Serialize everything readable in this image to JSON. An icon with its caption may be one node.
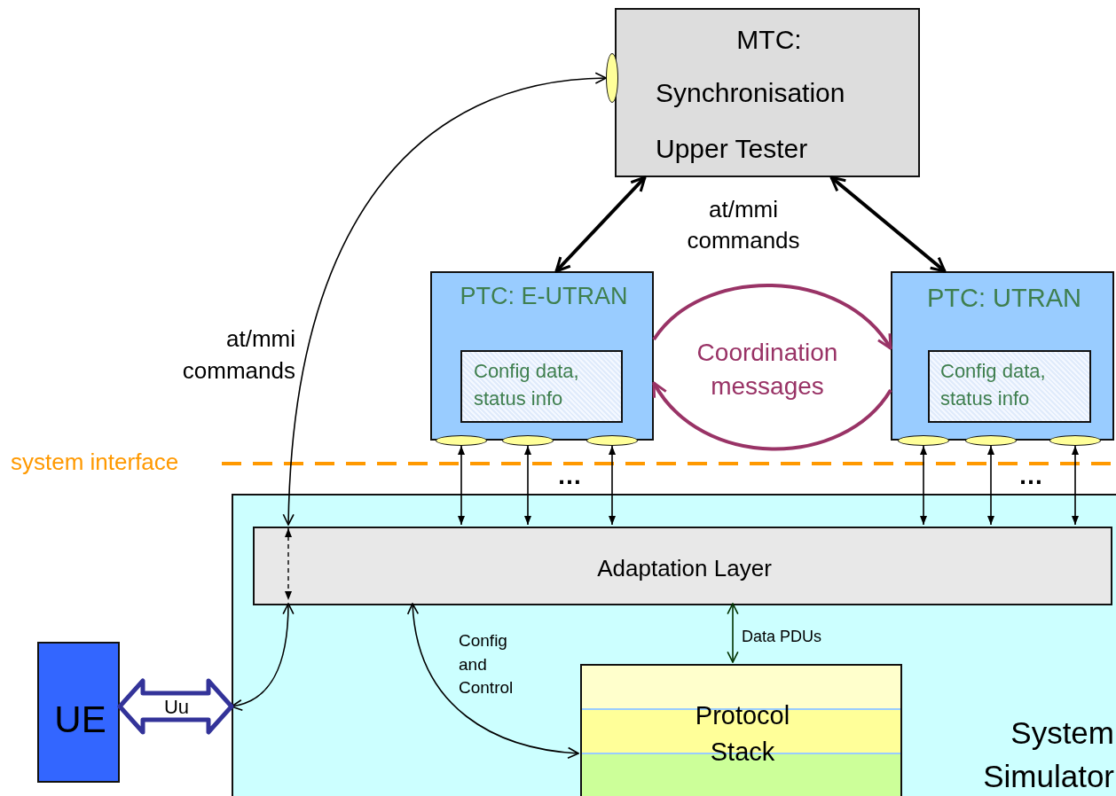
{
  "diagram": {
    "nodes": [
      {
        "text": [
          "MTC:",
          "Synchronisation",
          "Upper Tester"
        ]
      },
      {
        "text": [],
        "shape": "ellipse"
      },
      {
        "text": [
          "PTC: E-UTRAN"
        ]
      },
      {
        "text": [
          "Config data, status info"
        ],
        "in": 2
      },
      {
        "text": [
          "PTC: UTRAN"
        ]
      },
      {
        "text": [
          "Config data, status info"
        ],
        "in": 4
      },
      {
        "text": [],
        "shape": "ellipse"
      },
      {
        "text": [],
        "shape": "ellipse"
      },
      {
        "text": [],
        "shape": "ellipse"
      },
      {
        "text": [],
        "shape": "ellipse"
      },
      {
        "text": [],
        "shape": "ellipse"
      },
      {
        "text": [],
        "shape": "ellipse"
      },
      {
        "text": [
          "System Simulator"
        ]
      },
      {
        "text": [
          "Adaptation Layer"
        ],
        "in": 12
      },
      {
        "text": [
          "Protocol Stack"
        ],
        "in": 12
      },
      {
        "text": [
          "UE"
        ]
      }
    ],
    "edges": [
      {
        "from": 1,
        "to": 13,
        "arrow": "both",
        "label": "at/mmi commands"
      },
      {
        "from": 13,
        "to": 12,
        "arrow": "both"
      },
      {
        "from": 0,
        "to": 2,
        "arrow": "both",
        "style": "thick"
      },
      {
        "from": 0,
        "to": 4,
        "arrow": "both",
        "style": "thick"
      },
      {
        "from": 2,
        "to": 4,
        "arrow": "to",
        "style": "thick",
        "color": "#993366"
      },
      {
        "from": 4,
        "to": 2,
        "arrow": "to",
        "style": "thick",
        "color": "#993366"
      },
      {
        "from": 6,
        "to": 13,
        "arrow": "both"
      },
      {
        "from": 7,
        "to": 13,
        "arrow": "both"
      },
      {
        "from": 8,
        "to": 13,
        "arrow": "both"
      },
      {
        "from": 9,
        "to": 13,
        "arrow": "both"
      },
      {
        "from": 10,
        "to": 13,
        "arrow": "both"
      },
      {
        "from": 11,
        "to": 13,
        "arrow": "both"
      },
      {
        "from": 13,
        "to": 14,
        "arrow": "both",
        "label": "Data PDUs",
        "color": "#003300"
      },
      {
        "from": 13,
        "to": 14,
        "arrow": "both",
        "label": "Config and Control"
      },
      {
        "from": 15,
        "to": 12,
        "arrow": "both",
        "label": "Uu",
        "style": "thick",
        "color": "#333399"
      }
    ],
    "labels": [
      "at/mmi commands",
      "Coordination messages",
      "system interface",
      "…",
      "…"
    ]
  }
}
